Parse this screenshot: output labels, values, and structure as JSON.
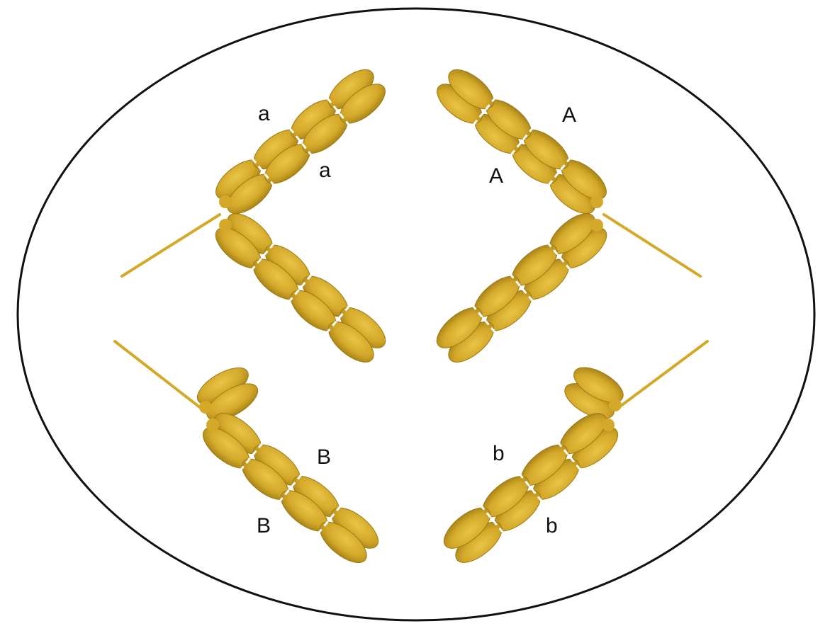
{
  "diagram": {
    "colors": {
      "chromatid_fill": "#d4a92a",
      "chromatid_highlight": "#e6c13a",
      "chromatid_shadow": "#9c7a14",
      "spindle_fiber": "#d4a92a",
      "cell_outline": "#111111",
      "background": "#ffffff"
    },
    "chromosomes": [
      {
        "id": "chromosome-a",
        "labels": [
          "a",
          "a"
        ]
      },
      {
        "id": "chromosome-A",
        "labels": [
          "A",
          "A"
        ]
      },
      {
        "id": "chromosome-B",
        "labels": [
          "B",
          "B"
        ]
      },
      {
        "id": "chromosome-b",
        "labels": [
          "b",
          "b"
        ]
      }
    ]
  }
}
